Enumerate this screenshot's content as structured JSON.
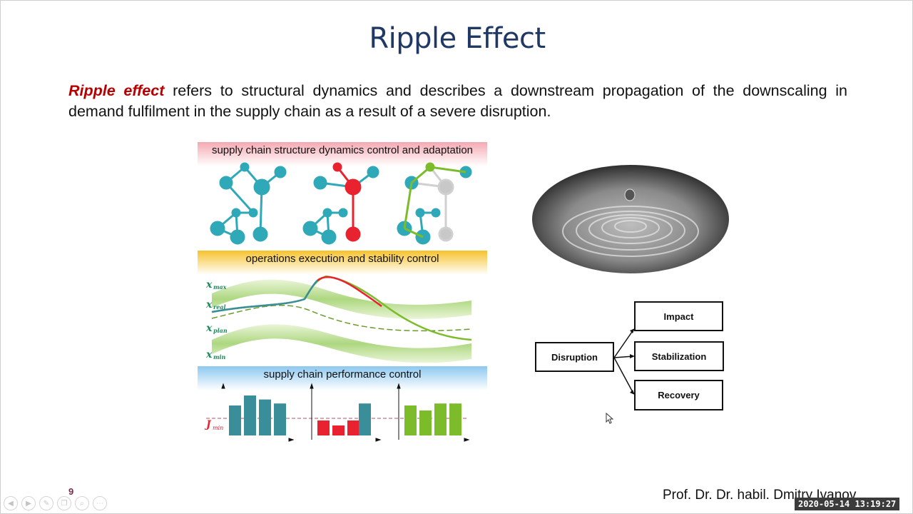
{
  "slide": {
    "title": "Ripple Effect",
    "intro_term": "Ripple effect",
    "intro_text": " refers to structural dynamics and describes a downstream propagation of the downscaling in demand fulfilment in the supply chain as a result of a severe disruption.",
    "page_number": "9",
    "author": "Prof. Dr. Dr. habil. Dmitry Ivanov",
    "timestamp": "2020-05-14 13:19:27"
  },
  "figure": {
    "band1_label": "supply chain structure dynamics control and adaptation",
    "band2_label": "operations execution and stability control",
    "band3_label": "supply chain performance control",
    "state_labels": {
      "x_max": "x",
      "x_max_sub": "max",
      "x_real": "x",
      "x_real_sub": "real",
      "x_plan": "x",
      "x_plan_sub": "plan",
      "x_min": "x",
      "x_min_sub": "min"
    },
    "jmin_label": "J",
    "jmin_sub": "min",
    "colors": {
      "teal": "#2fa8b8",
      "red": "#e8232f",
      "green": "#7cbc2a",
      "grey": "#c8c8c8"
    },
    "performance_bars": [
      {
        "group": "before",
        "color": "#3a8e9a",
        "values": [
          3,
          4,
          3.6,
          3.2
        ]
      },
      {
        "group": "disruption",
        "color": "#e8232f",
        "values": [
          1.5,
          1,
          1.5
        ]
      },
      {
        "group": "disruption_tail",
        "color": "#3a8e9a",
        "values": [
          3.2
        ]
      },
      {
        "group": "recovery",
        "color": "#7cbc2a",
        "values": [
          3,
          2.5,
          3.2,
          3.2
        ]
      }
    ]
  },
  "diagram": {
    "source": "Disruption",
    "targets": [
      "Impact",
      "Stabilization",
      "Recovery"
    ]
  },
  "navigation": {
    "icons": [
      "prev-icon",
      "next-icon",
      "pen-icon",
      "copy-icon",
      "zoom-icon",
      "more-icon"
    ],
    "glyphs": [
      "◀",
      "▶",
      "✎",
      "❐",
      "⌕",
      "⋯"
    ]
  }
}
